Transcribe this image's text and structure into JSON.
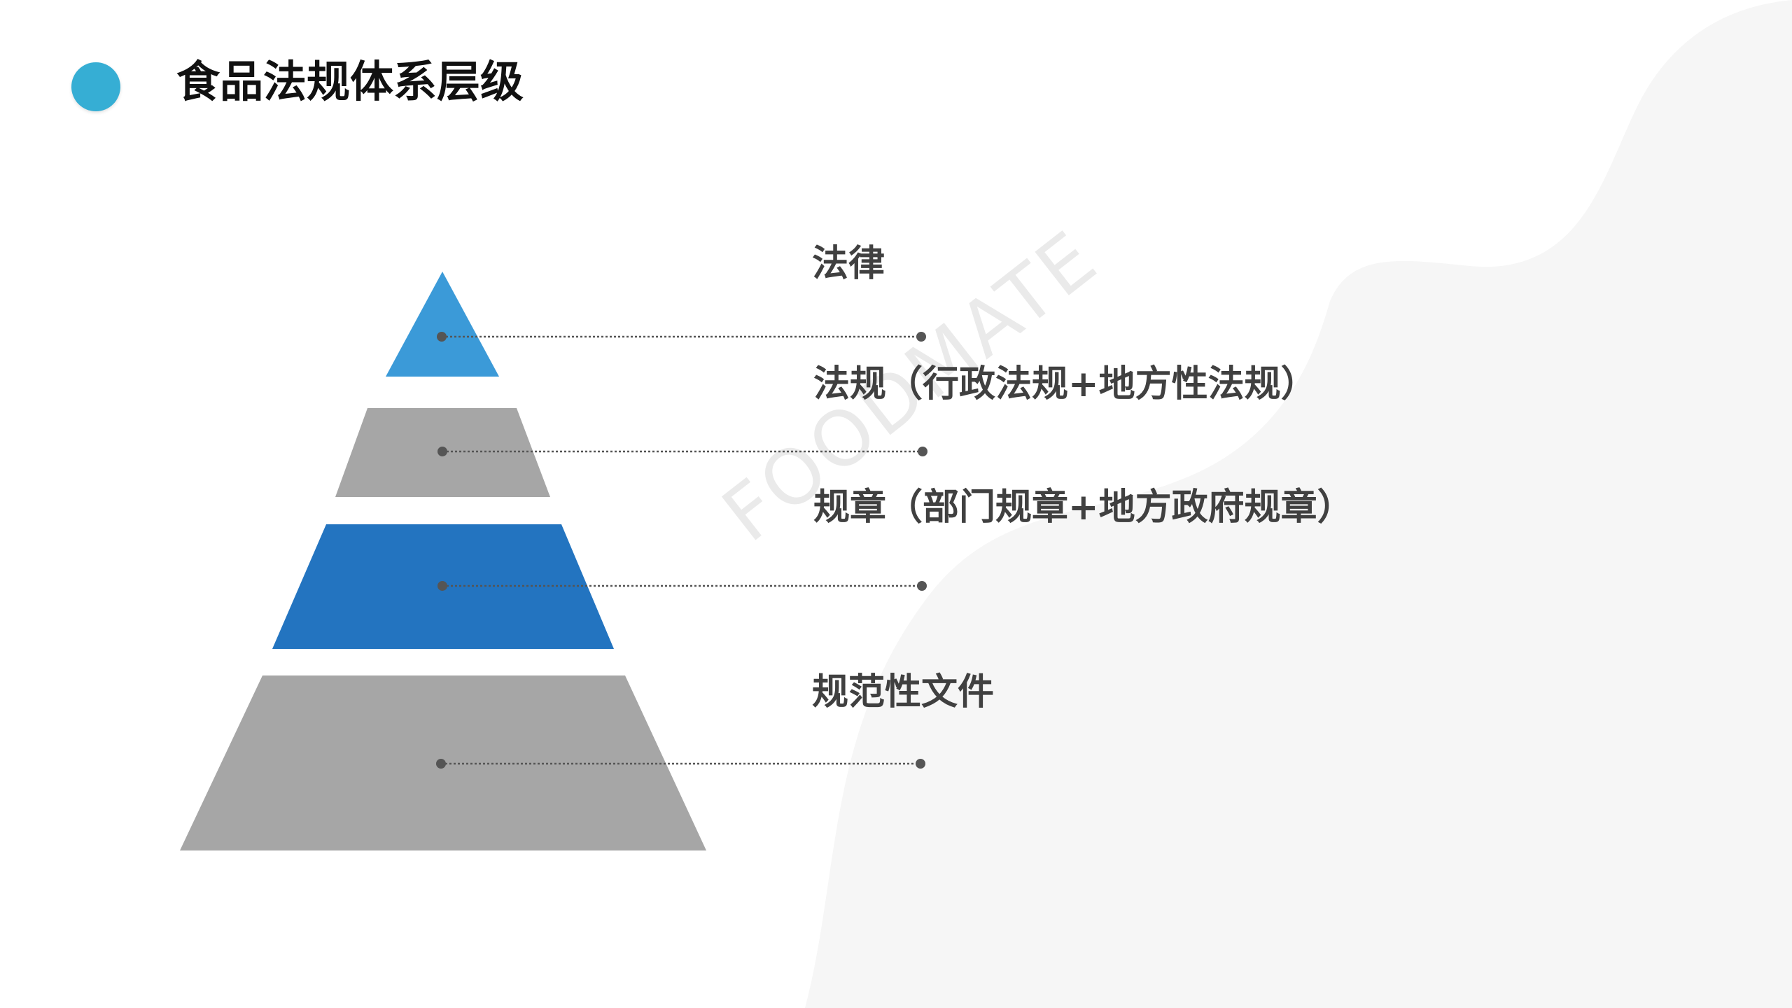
{
  "slide": {
    "title": "食品法规体系层级",
    "accent_color": "#36aed4",
    "watermark": "FOODMATE"
  },
  "pyramid": {
    "tiers": [
      {
        "label": "法律",
        "color": "#3b9ad8"
      },
      {
        "label": "法规（行政法规+地方性法规）",
        "color": "#a6a6a6"
      },
      {
        "label": "规章（部门规章+地方政府规章）",
        "color": "#2374c0"
      },
      {
        "label": "规范性文件",
        "color": "#a6a6a6"
      }
    ],
    "connector_color": "#555555"
  }
}
